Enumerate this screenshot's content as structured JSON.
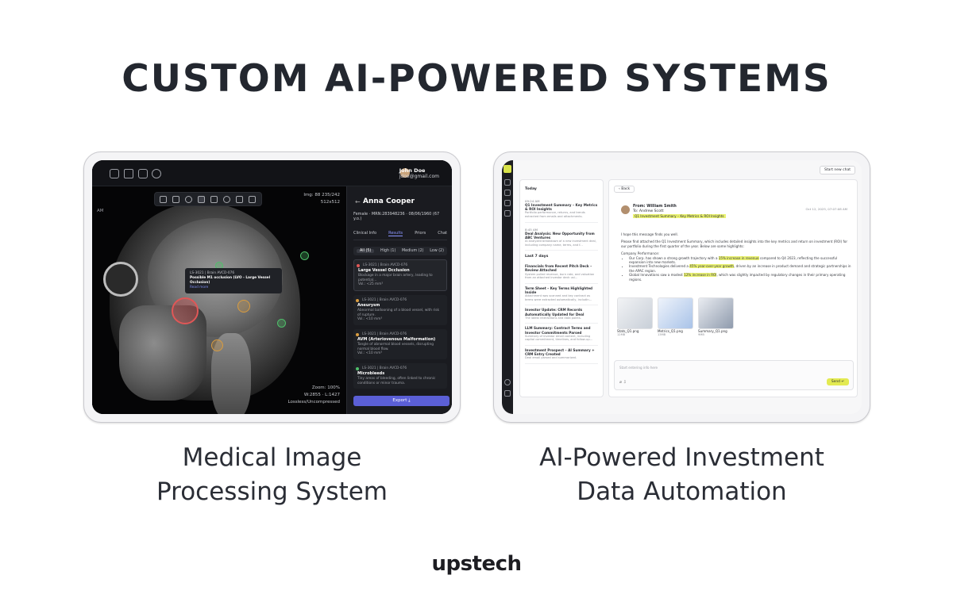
{
  "headline": "CUSTOM AI-POWERED SYSTEMS",
  "captions": {
    "left_line1": "Medical Image",
    "left_line2": "Processing System",
    "right_line1": "AI-Powered Investment",
    "right_line2": "Data Automation"
  },
  "logo": "upstech",
  "medical": {
    "user_name": "John Doe",
    "user_email": "jdoe@gmail.com",
    "scan_label": "AM",
    "img_info_1": "Img: 88 235/242",
    "img_info_2": "512x512",
    "zoom": "Zoom: 100%",
    "window": "W:2855 · L:1427",
    "compression": "Lossless/Uncompressed",
    "popup_id": "LS-3021 | Brain AVCD-076",
    "popup_title": "Possible M1 occlusion (LVO - Large Vessel Occlusion)",
    "popup_link": "Read more",
    "patient": {
      "name": "Anna Cooper",
      "sex": "Female",
      "mrn": "MRN:283948236",
      "dob": "08/06/1960 (67 y.o.)"
    },
    "tabs": [
      "Clinical Info",
      "Results",
      "Priors",
      "Chat"
    ],
    "filters": [
      "All (5)",
      "High (1)",
      "Medium (2)",
      "Low (2)"
    ],
    "findings": [
      {
        "id": "LS-3021 | Brain AVCD-076",
        "title": "Large Vessel Occlusion",
        "desc": "Blockage in a major brain artery, leading to potential...",
        "vol": "Vol.: <25 mm³",
        "color": "#e05757"
      },
      {
        "id": "LS-3021 | Brain AVCD-076",
        "title": "Aneurysm",
        "desc": "Abnormal ballooning of a blood vessel, with risk of rupture.",
        "vol": "Vol.: <10 mm³",
        "color": "#d99c3f"
      },
      {
        "id": "LS-3021 | Brain AVCD-076",
        "title": "AVM (Arteriovenous Malformation)",
        "desc": "Tangle of abnormal blood vessels, disrupting normal blood flow.",
        "vol": "Vol.: <10 mm³",
        "color": "#d99c3f"
      },
      {
        "id": "LS-3021 | Brain AVCD-076",
        "title": "Microbleeds",
        "desc": "Tiny areas of bleeding, often linked to chronic conditions or minor trauma.",
        "vol": "",
        "color": "#4fbf6a"
      }
    ],
    "export_label": "Export"
  },
  "investment": {
    "new_chat": "Start new chat",
    "group_today": "Today",
    "group_week": "Last 7 days",
    "threads": [
      {
        "time": "09:24 AM",
        "title": "Q1 Investment Summary – Key Metrics & ROI Insights",
        "desc": "Portfolio performance, returns, and trends extracted from emails and attachments."
      },
      {
        "time": "8:45 AM",
        "title": "Deal Analysis: New Opportunity from ABC Ventures",
        "desc": "AI analyzed breakdown of a new investment deal, including company name, terms, and f..."
      },
      {
        "time": "",
        "title": "Financials from Recent Pitch Deck – Review Attached",
        "desc": "System pulled revenue, burn rate, and valuation from an attached investor deck usi..."
      },
      {
        "time": "",
        "title": "Term Sheet – Key Terms Highlighted Inside",
        "desc": "Attachment was scanned and key contract as terms were extracted automatically, includin..."
      },
      {
        "time": "",
        "title": "Investor Update: CRM Records Automatically Updated for Deal",
        "desc": "The latest interactions and data points."
      },
      {
        "time": "",
        "title": "LLM Summary: Contract Terms and Investor Commitments Parsed",
        "desc": "Summary of investor email content, including capital commitment, timelines, and follow-up..."
      },
      {
        "time": "",
        "title": "Investment Prospect – AI Summary + CRM Entry Created",
        "desc": "Deal email parsed and summarized."
      }
    ],
    "back_label": "Back",
    "from": "From: William Smith",
    "to": "To: Andrew Scott",
    "subject": "Q1 Investment Summary – Key Metrics & ROI Insights",
    "date": "Oct 12, 2025, 07:07:08 AM",
    "greeting": "I hope this message finds you well.",
    "intro": "Please find attached the Q1 Investment Summary, which includes detailed insights into the key metrics and return on investment (ROI) for our portfolio during the first quarter of the year. Below are some highlights:",
    "perf_title": "Company Performance:",
    "bullets": [
      {
        "pre": "Our Corp. has shown a strong growth trajectory with a ",
        "hl": "15% increase in revenue",
        "post": " compared to Q4 2023, reflecting the successful expansion into new markets."
      },
      {
        "pre": "Investment Technologies delivered a ",
        "hl": "45% year-over-year growth",
        "post": ", driven by an increase in product demand and strategic partnerships in the APAC region."
      },
      {
        "pre": "Global Innovations saw a modest ",
        "hl": "12% increase in ROI",
        "post": ", which was slightly impacted by regulatory changes in their primary operating regions."
      }
    ],
    "attachments": [
      {
        "name": "Stats_Q1.png",
        "size": "12MB"
      },
      {
        "name": "Metrics_Q1.png",
        "size": "13MB"
      },
      {
        "name": "Summary_Q1.png",
        "size": "9MB"
      }
    ],
    "compose_placeholder": "Start entering info here",
    "send_label": "Send"
  }
}
